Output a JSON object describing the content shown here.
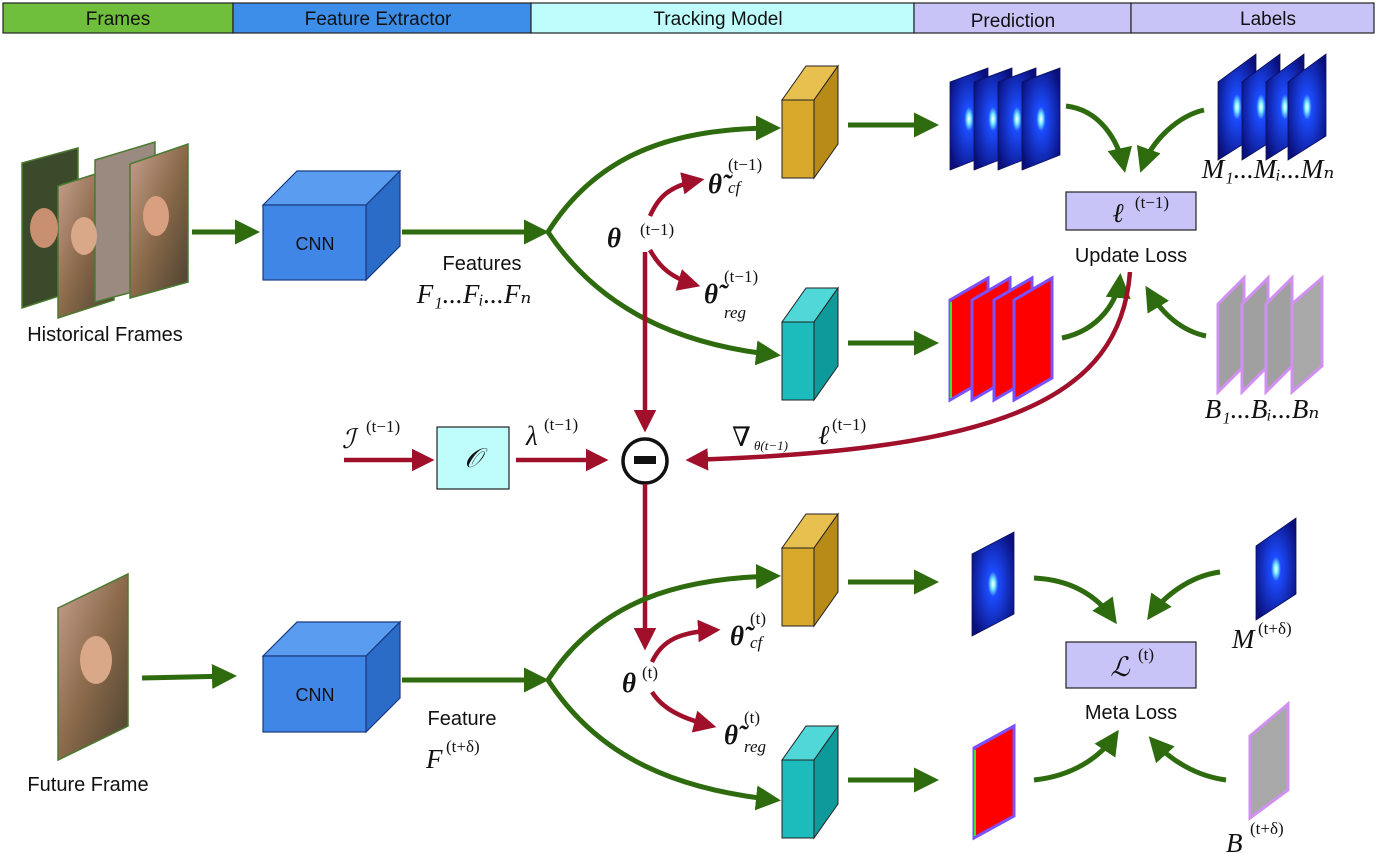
{
  "header": {
    "frames": "Frames",
    "feature_extractor": "Feature Extractor",
    "tracking_model": "Tracking Model",
    "prediction": "Prediction",
    "labels": "Labels"
  },
  "top": {
    "frames_label": "Historical Frames",
    "cnn": "CNN",
    "features_label": "Features",
    "features_math": "F₁...Fᵢ...Fₙ",
    "theta": "θ",
    "theta_sup": "(t−1)",
    "theta_cf": "θ̃",
    "theta_cf_sup": "(t−1)",
    "theta_cf_sub": "cf",
    "theta_reg": "θ̃",
    "theta_reg_sup": "(t−1)",
    "theta_reg_sub": "reg",
    "loss_box": "ℓ",
    "loss_box_sup": "(t−1)",
    "loss_label": "Update Loss",
    "m_labels": "M₁...Mᵢ...Mₙ",
    "b_labels": "B₁...Bᵢ...Bₙ"
  },
  "middle": {
    "input_I": "ℐ",
    "input_I_sup": "(t−1)",
    "optimizer": "𝒪",
    "lambda": "λ",
    "lambda_sup": "(t−1)",
    "minus": "−",
    "grad": "∇",
    "grad_sub": "θ(t−1)",
    "grad_ell": "ℓ",
    "grad_sup": "(t−1)"
  },
  "bottom": {
    "frames_label": "Future Frame",
    "cnn": "CNN",
    "feature_label": "Feature",
    "feature_math": "F",
    "feature_sup": "(t+δ)",
    "theta": "θ",
    "theta_sup": "(t)",
    "theta_cf": "θ̃",
    "theta_cf_sup": "(t)",
    "theta_cf_sub": "cf",
    "theta_reg": "θ̃",
    "theta_reg_sup": "(t)",
    "theta_reg_sub": "reg",
    "loss_box": "ℒ",
    "loss_box_sup": "(t)",
    "loss_label": "Meta Loss",
    "m_label": "M",
    "m_sup": "(t+δ)",
    "b_label": "B",
    "b_sup": "(t+δ)"
  },
  "colors": {
    "frames": "#6fbf3c",
    "feature_extractor": "#3c8ee8",
    "tracking_model": "#bffcfc",
    "prediction_labels": "#c8c4f8",
    "green_arrow": "#2e6b0e",
    "red_arrow": "#a0102a",
    "cnn_front": "#3f86e6",
    "cf_filter": "#d8a82a",
    "reg_filter": "#1cbcbc",
    "loss_box": "#c8c4f8",
    "optimizer_box": "#bffcfc"
  }
}
